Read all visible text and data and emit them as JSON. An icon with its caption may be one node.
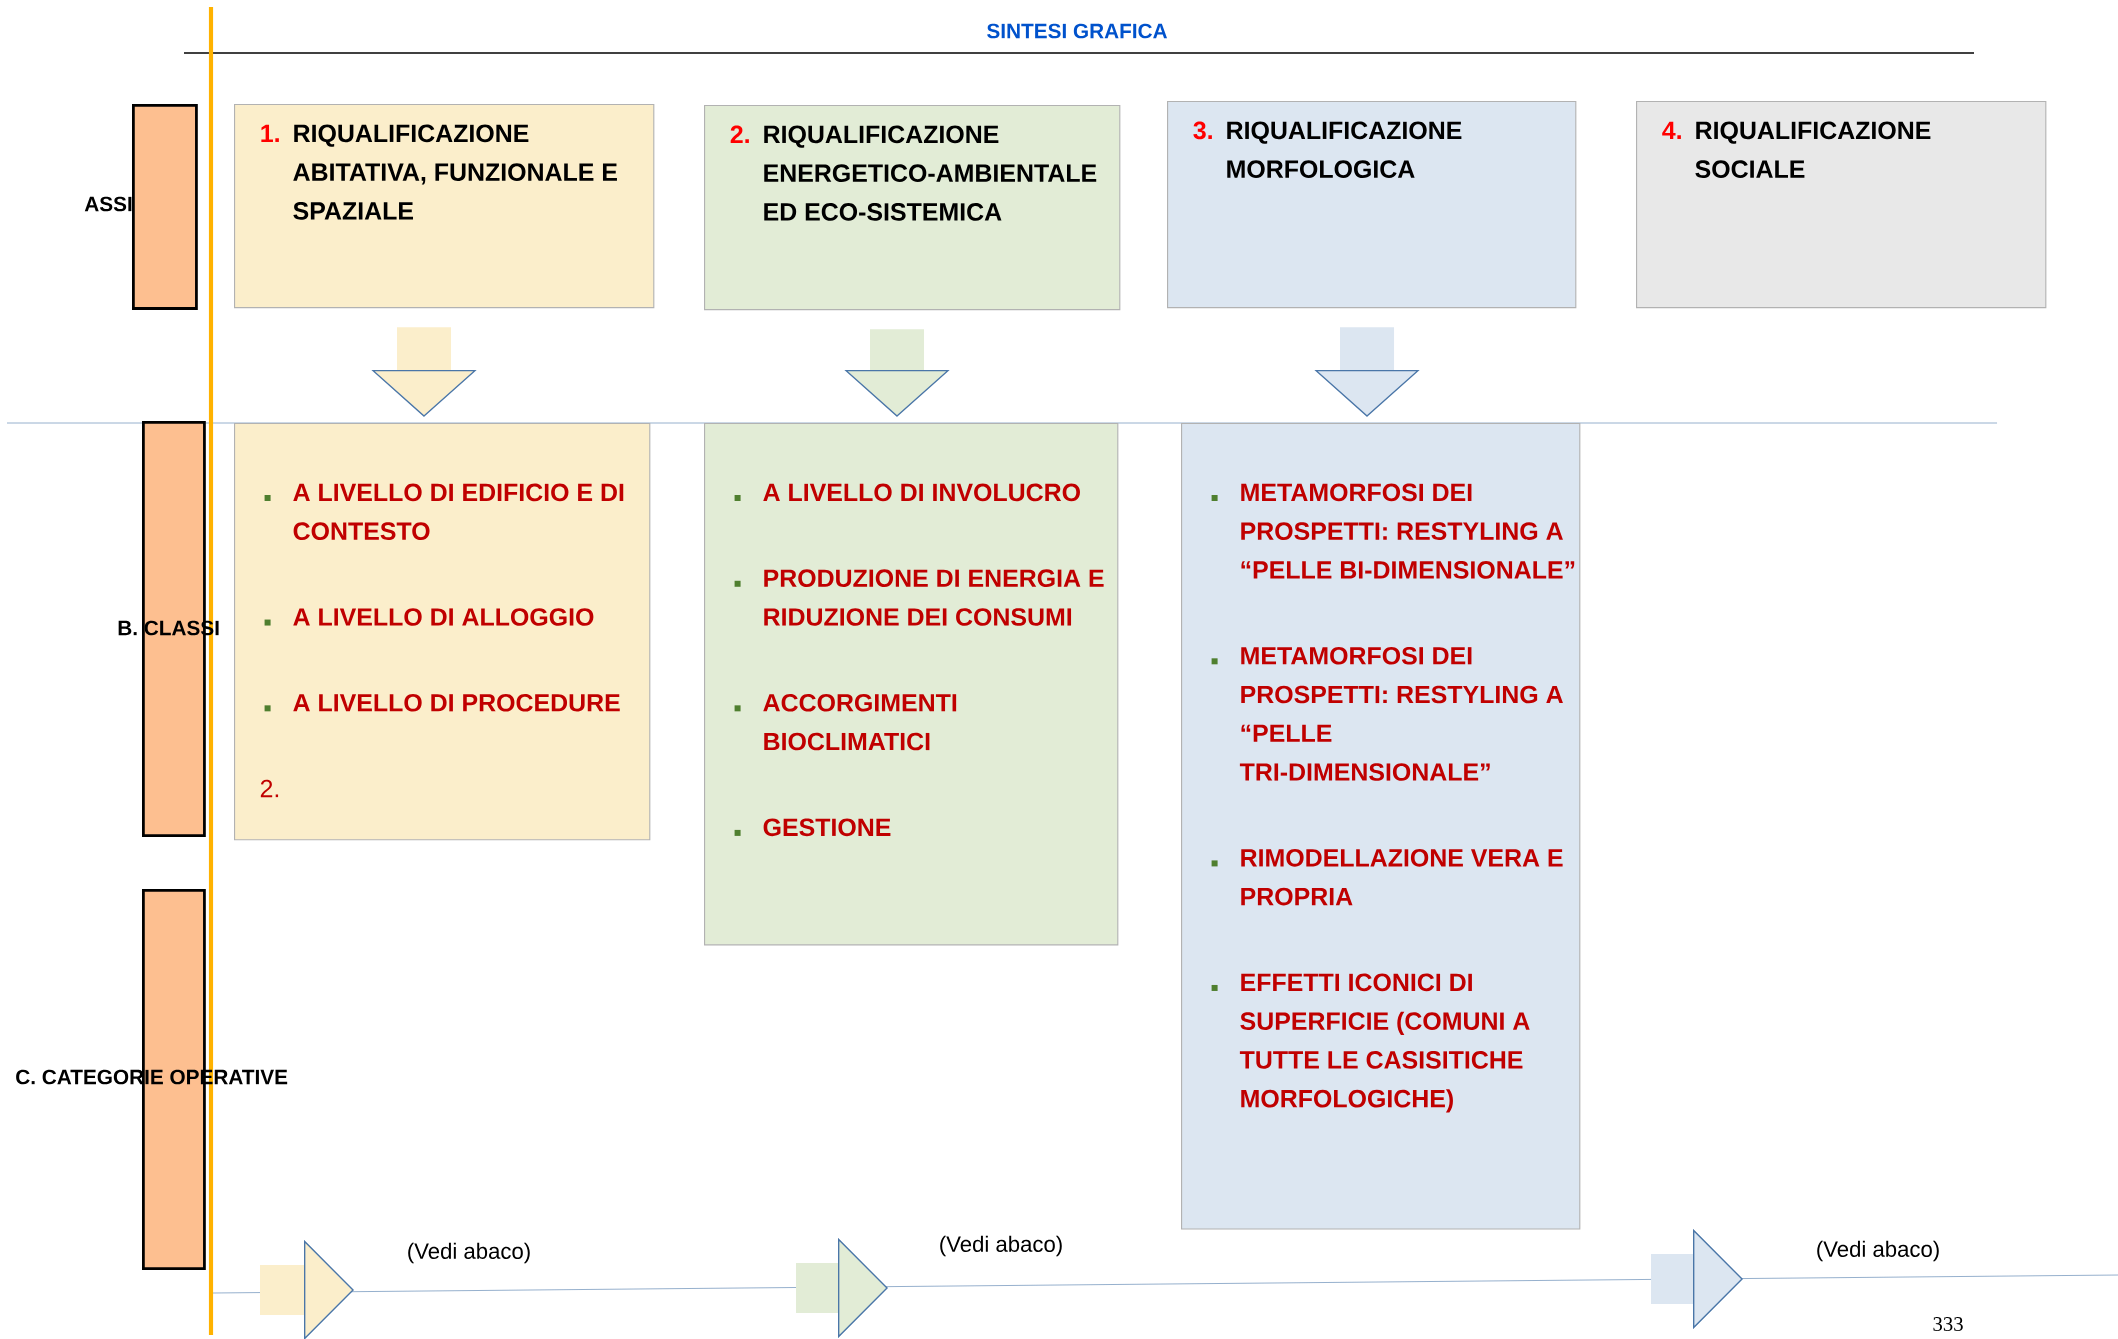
{
  "diagram": {
    "title": "SINTESI GRAFICA",
    "nodes": [
      {
        "text": [
          "ASSI"
        ]
      },
      {
        "text": [
          "B. CLASSI"
        ]
      },
      {
        "text": [
          "C. CATEGORIE OPERATIVE"
        ]
      },
      {
        "text": [
          "1.",
          "RIQUALIFICAZIONE ABITATIVA, FUNZIONALE E SPAZIALE"
        ]
      },
      {
        "text": [
          "2.",
          "RIQUALIFICAZIONE ENERGETICO-AMBIENTALE ED ECO-SISTEMICA"
        ]
      },
      {
        "text": [
          "3.",
          "RIQUALIFICAZIONE MORFOLOGICA"
        ]
      },
      {
        "text": [
          "4.",
          "RIQUALIFICAZIONE SOCIALE"
        ]
      },
      {
        "text": [
          "A LIVELLO DI EDIFICIO E DI CONTESTO",
          "A LIVELLO DI ALLOGGIO",
          "A LIVELLO DI PROCEDURE",
          "2."
        ]
      },
      {
        "text": [
          "A LIVELLO DI INVOLUCRO",
          "PRODUZIONE DI ENERGIA E RIDUZIONE DEI CONSUMI",
          "ACCORGIMENTI BIOCLIMATICI",
          "GESTIONE"
        ]
      },
      {
        "text": [
          "METAMORFOSI DEI PROSPETTI: RESTYLING A “PELLE BI-DIMENSIONALE”",
          "METAMORFOSI DEI PROSPETTI: RESTYLING A “PELLE TRI-DIMENSIONALE”",
          "RIMODELLAZIONE VERA E PROPRIA",
          "EFFETTI ICONICI DI SUPERFICIE (COMUNI A TUTTE LE CASISITICHE MORFOLOGICHE)"
        ]
      }
    ],
    "edges": [
      {
        "from": 3,
        "to": 7,
        "arrow": "to"
      },
      {
        "from": 4,
        "to": 8,
        "arrow": "to"
      },
      {
        "from": 5,
        "to": 9,
        "arrow": "to"
      }
    ],
    "labels": [
      "(Vedi abaco)",
      "(Vedi abaco)",
      "(Vedi abaco)",
      "333"
    ]
  }
}
